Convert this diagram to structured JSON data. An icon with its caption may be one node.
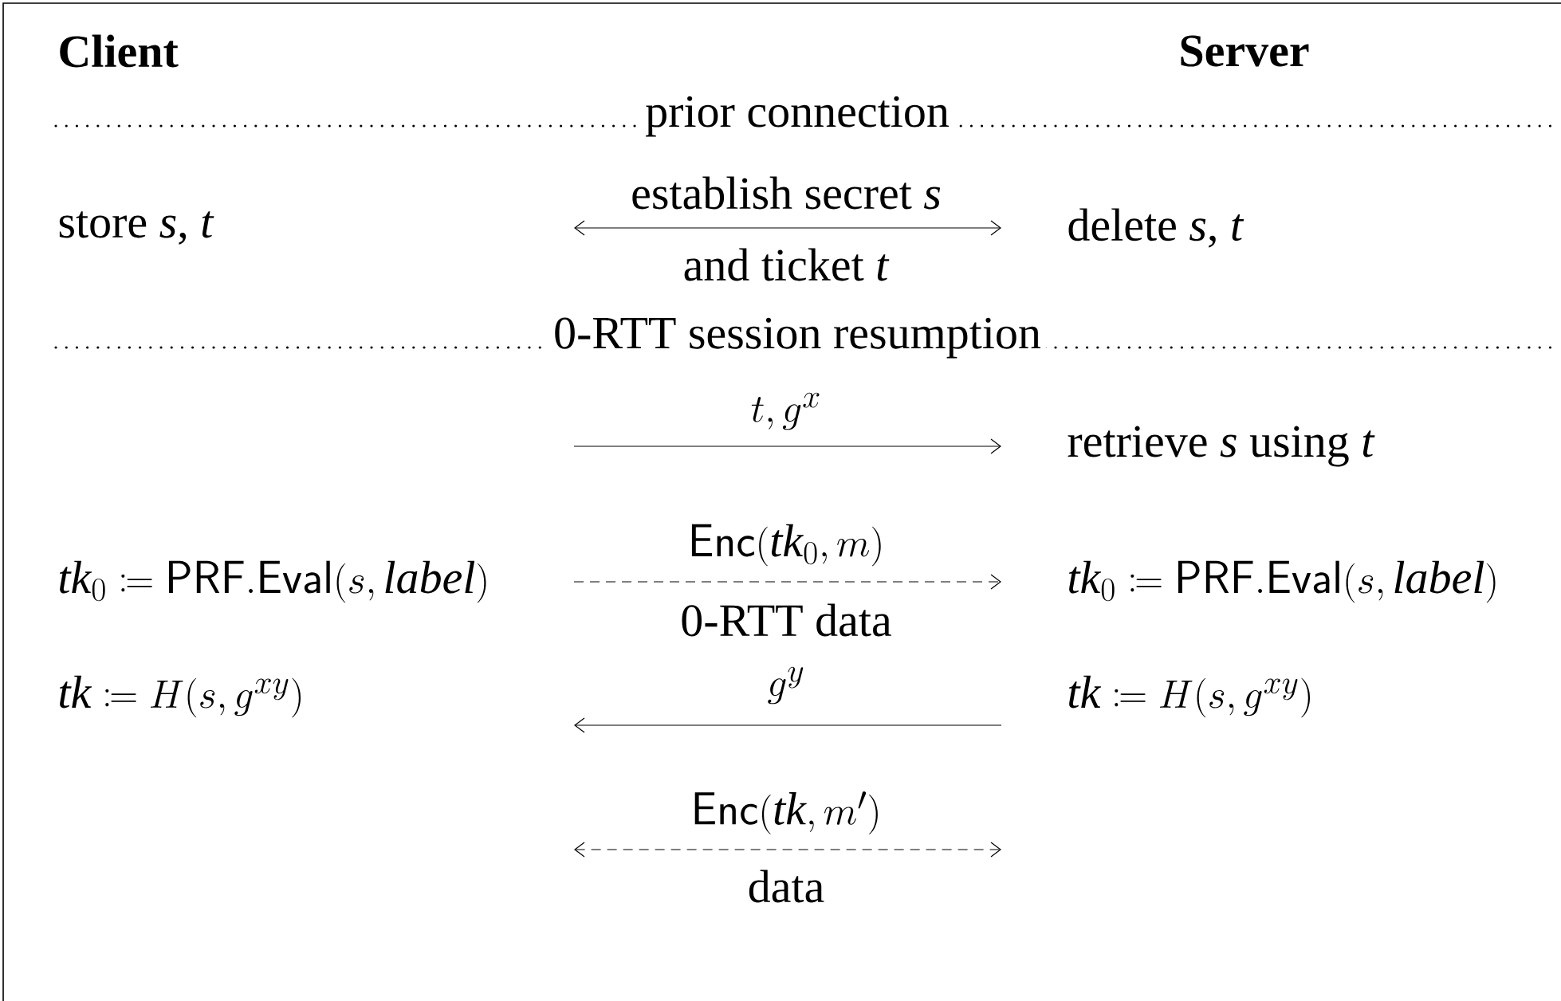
{
  "diagram": {
    "nodes": [
      {
        "text": [
          "Client"
        ]
      },
      {
        "text": [
          "Server"
        ]
      },
      {
        "text": [
          "store *s*, *t*"
        ]
      },
      {
        "text": [
          "delete *s*, *t*"
        ]
      },
      {
        "text": [
          "retrieve *s* using *t*"
        ]
      },
      {
        "text": [
          "\\mathit{tk}_0 \\coloneqq \\mathsf{PRF.Eval}(s, \\mathit{label})"
        ]
      },
      {
        "text": [
          "\\mathit{tk}_0 \\coloneqq \\mathsf{PRF.Eval}(s, \\mathit{label})"
        ]
      },
      {
        "text": [
          "\\mathit{tk} \\coloneqq H(s, g^{xy})"
        ]
      },
      {
        "text": [
          "\\mathit{tk} \\coloneqq H(s, g^{xy})"
        ]
      }
    ],
    "labels": [
      "prior connection",
      "establish secret *s*",
      "and ticket *t*",
      "0-RTT session resumption",
      "t, g^x",
      "\\mathsf{Enc}(\\mathit{tk}_0, m)",
      "0-RTT data",
      "g^y",
      "\\mathsf{Enc}(\\mathit{tk}, m')",
      "data"
    ]
  }
}
